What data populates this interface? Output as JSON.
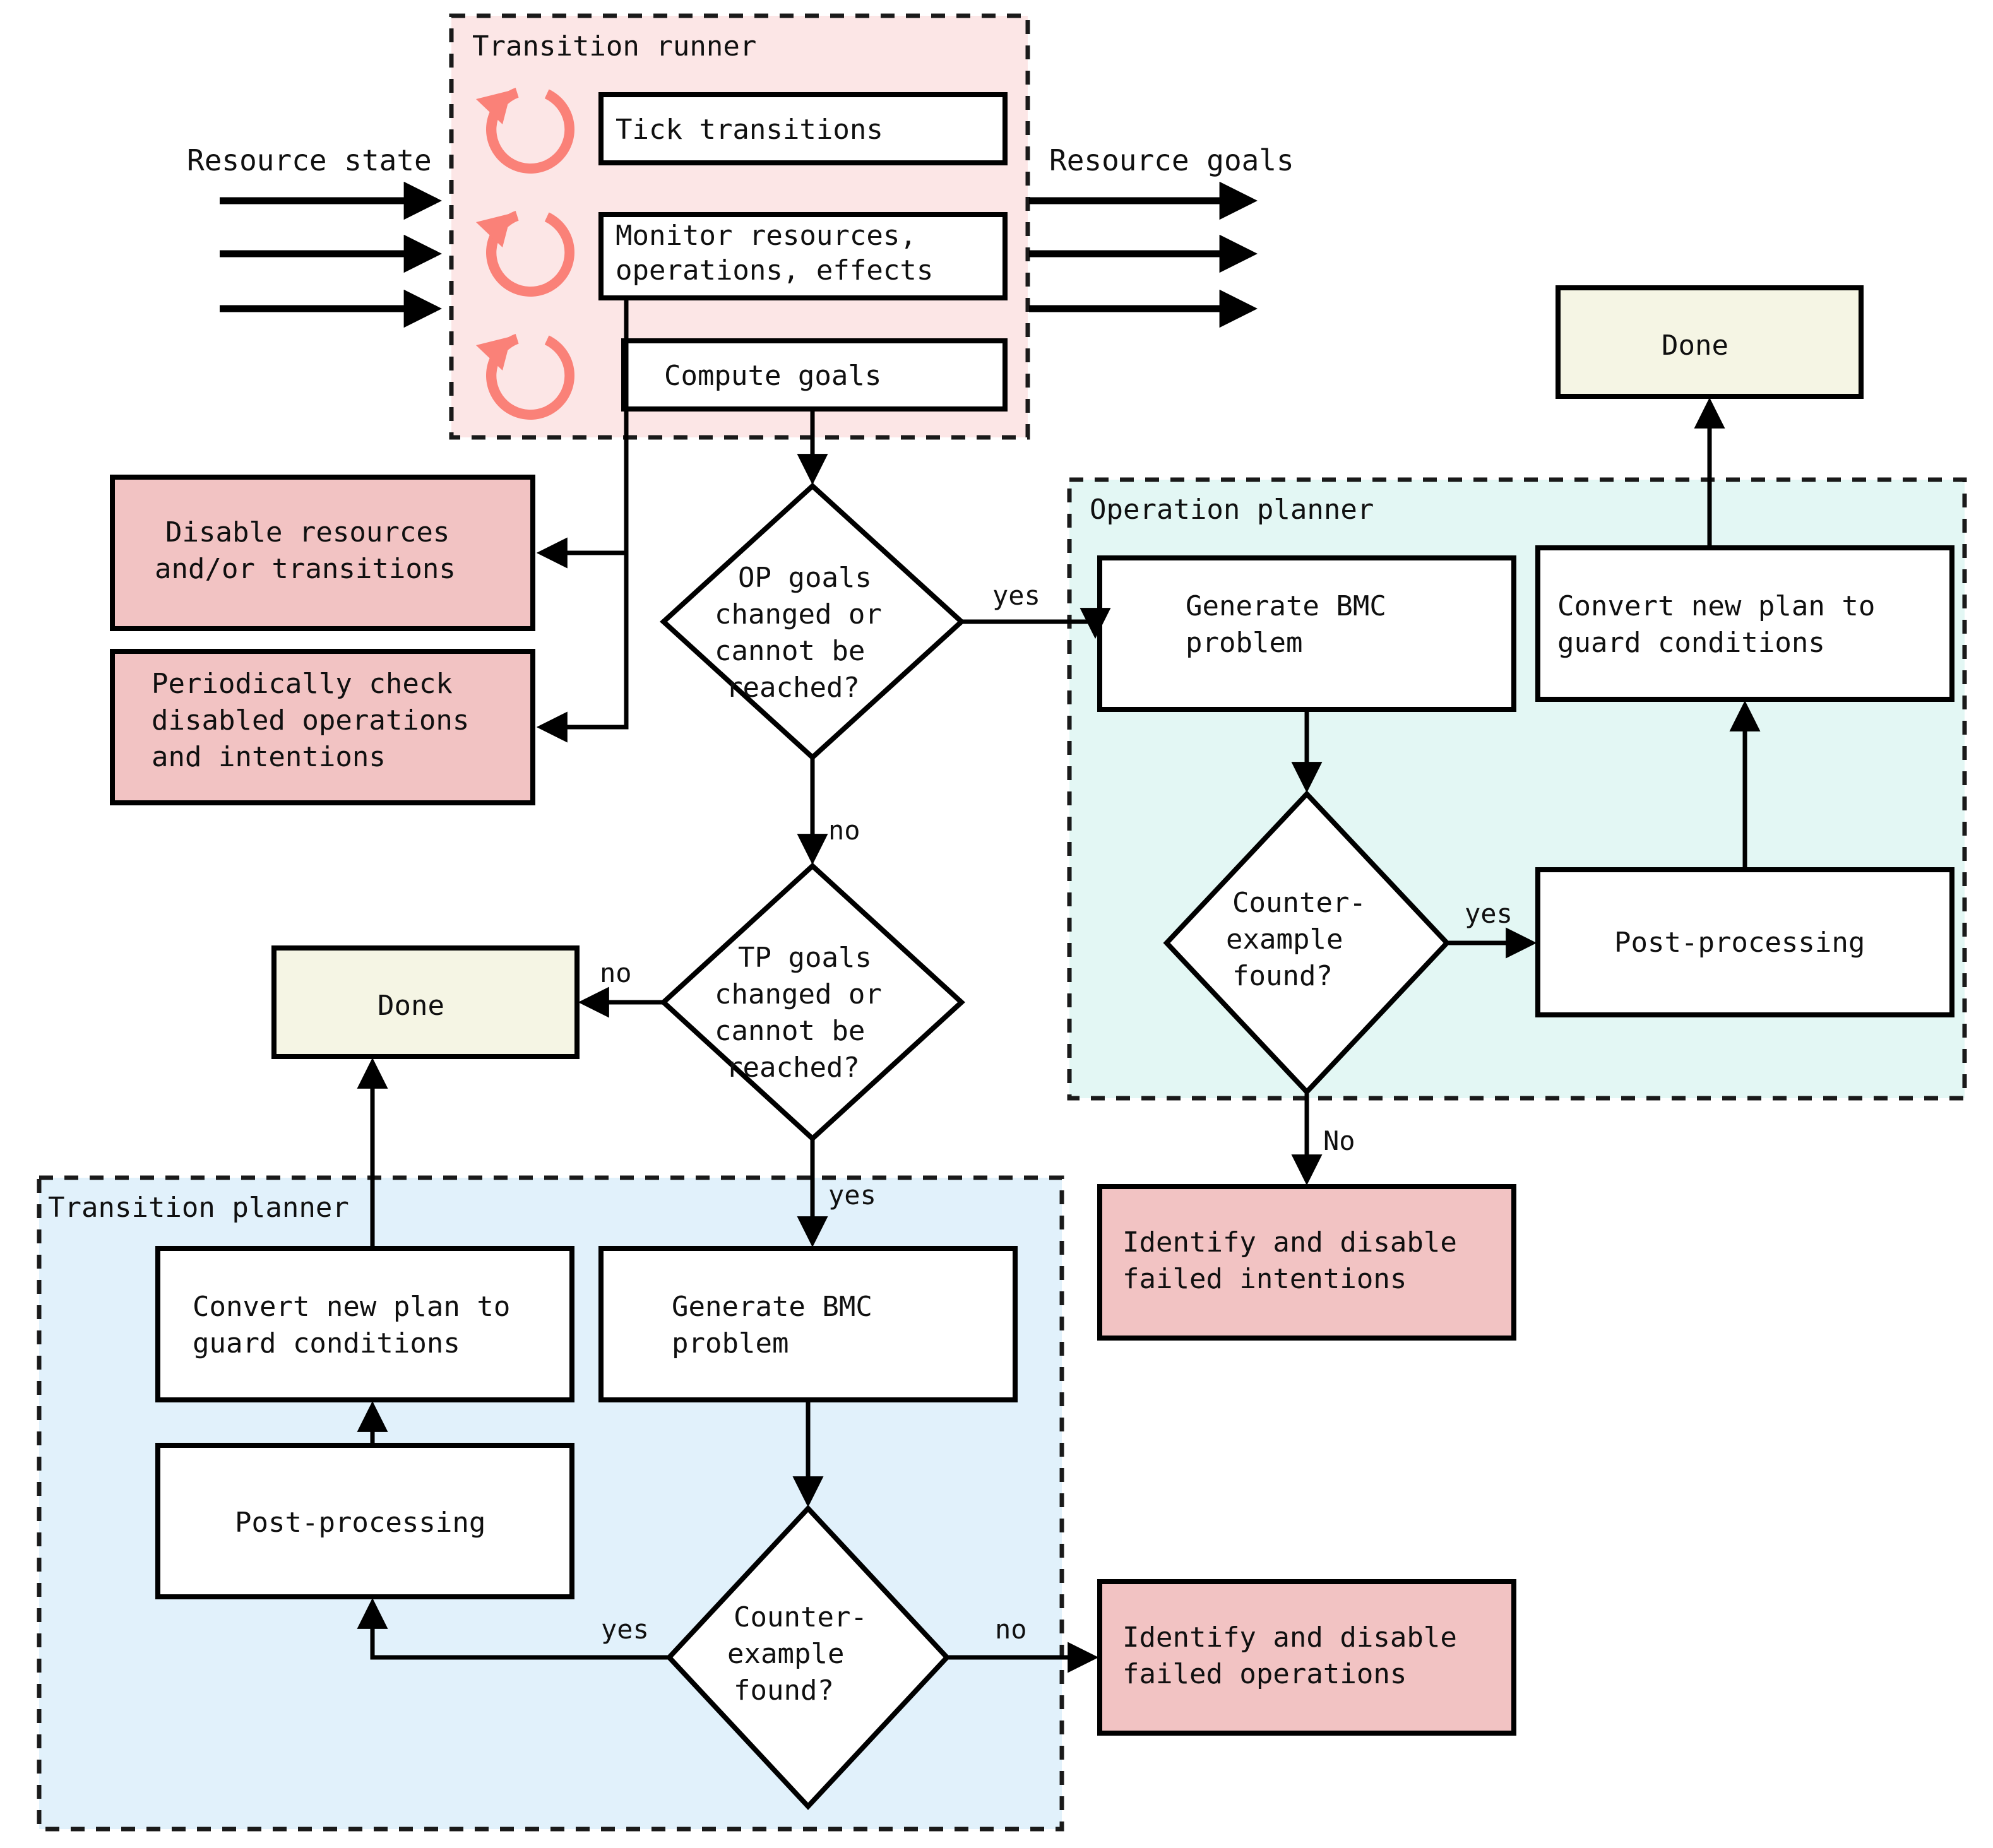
{
  "diagram": {
    "title": "Transition runner / planner control flow",
    "colors": {
      "runner_bg": "#FCE6E6",
      "operation_planner_bg": "#E3F7F4",
      "transition_planner_bg": "#E1F1FB",
      "process_box_bg": "#FFFFFF",
      "warning_box_bg": "#F2C3C3",
      "done_box_bg": "#F5F5E4",
      "refresh_icon": "#FA8178",
      "stroke": "#000000"
    }
  },
  "groups": {
    "transition_runner": {
      "label": "Transition runner"
    },
    "operation_planner": {
      "label": "Operation planner"
    },
    "transition_planner": {
      "label": "Transition planner"
    }
  },
  "io": {
    "input_label": "Resource state",
    "output_label": "Resource goals"
  },
  "icons": {
    "refresh": "refresh-icon"
  },
  "nodes": {
    "tick_transitions": "Tick transitions",
    "monitor": {
      "line1": "Monitor resources,",
      "line2": "operations, effects"
    },
    "compute_goals": "Compute goals",
    "disable_resources": {
      "line1": "Disable resources",
      "line2": "and/or transitions"
    },
    "periodic_check": {
      "line1": "Periodically check",
      "line2": "disabled operations",
      "line3": "and intentions"
    },
    "op_goals_decision": {
      "line1": "OP goals",
      "line2": "changed or",
      "line3": "cannot be",
      "line4": "reached?"
    },
    "tp_goals_decision": {
      "line1": "TP goals",
      "line2": "changed or",
      "line3": "cannot be",
      "line4": "reached?"
    },
    "op_generate_bmc": {
      "line1": "Generate BMC",
      "line2": "problem"
    },
    "op_counterexample": {
      "line1": "Counter-",
      "line2": "example",
      "line3": "found?"
    },
    "op_post_processing": "Post-processing",
    "op_convert_plan": {
      "line1": "Convert new plan to",
      "line2": "guard conditions"
    },
    "op_done": "Done",
    "op_failed_intentions": {
      "line1": "Identify and disable",
      "line2": "failed intentions"
    },
    "tp_generate_bmc": {
      "line1": "Generate BMC",
      "line2": "problem"
    },
    "tp_counterexample": {
      "line1": "Counter-",
      "line2": "example",
      "line3": "found?"
    },
    "tp_post_processing": "Post-processing",
    "tp_convert_plan": {
      "line1": "Convert new plan to",
      "line2": "guard conditions"
    },
    "tp_done": "Done",
    "tp_failed_operations": {
      "line1": "Identify and disable",
      "line2": "failed operations"
    }
  },
  "edge_labels": {
    "op_goals_yes": "yes",
    "op_goals_no": "no",
    "op_counter_yes": "yes",
    "op_counter_no": "No",
    "tp_goals_no": "no",
    "tp_goals_yes": "yes",
    "tp_counter_yes": "yes",
    "tp_counter_no": "no"
  }
}
